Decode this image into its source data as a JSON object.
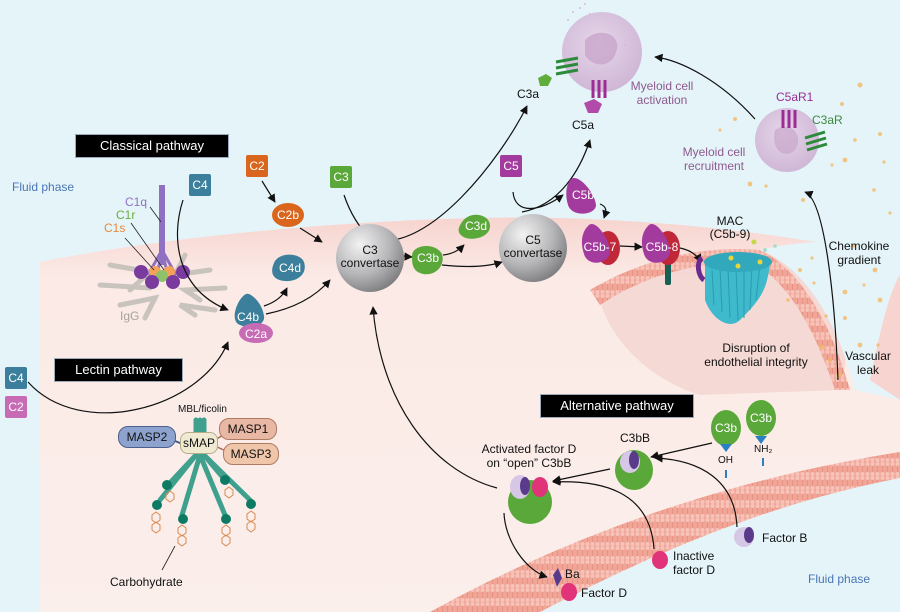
{
  "labels": {
    "fluid_phase_top": "Fluid phase",
    "fluid_phase_bottom": "Fluid phase",
    "classical_pathway": "Classical pathway",
    "lectin_pathway": "Lectin pathway",
    "alternative_pathway": "Alternative pathway"
  },
  "classical": {
    "c1q": "C1q",
    "c1r": "C1r",
    "c1s": "C1s",
    "igg": "IgG",
    "c4": "C4",
    "c2": "C2",
    "c2b": "C2b",
    "c4d": "C4d",
    "c4b": "C4b",
    "c2a": "C2a"
  },
  "lectin": {
    "c4": "C4",
    "c2": "C2",
    "mbl_ficolin": "MBL/ficolin",
    "masp1": "MASP1",
    "masp2": "MASP2",
    "masp3": "MASP3",
    "smap": "sMAP",
    "carbohydrate": "Carbohydrate"
  },
  "cascade": {
    "c3": "C3",
    "c3_convertase_line1": "C3",
    "c3_convertase_line2": "convertase",
    "c3b": "C3b",
    "c3d": "C3d",
    "c3a": "C3a",
    "c5": "C5",
    "c5_convertase_line1": "C5",
    "c5_convertase_line2": "convertase",
    "c5a": "C5a",
    "c5b": "C5b",
    "c5b7": "C5b-7",
    "c5b8": "C5b-8",
    "mac_line1": "MAC",
    "mac_line2": "(C5b-9)"
  },
  "myeloid": {
    "activation_line1": "Myeloid cell",
    "activation_line2": "activation",
    "recruitment_line1": "Myeloid cell",
    "recruitment_line2": "recruitment",
    "c5ar1": "C5aR1",
    "c3ar": "C3aR"
  },
  "endothelium": {
    "disruption_line1": "Disruption of",
    "disruption_line2": "endothelial integrity",
    "chemokine_line1": "Chemokine",
    "chemokine_line2": "gradient",
    "vascular_line1": "Vascular",
    "vascular_line2": "leak"
  },
  "alternative": {
    "c3bb": "C3bB",
    "activated_line1": "Activated factor D",
    "activated_line2": "on “open” C3bB",
    "c3b_oh": "C3b",
    "c3b_nh2": "C3b",
    "oh": "OH",
    "nh2": "NH₂",
    "factor_b": "Factor B",
    "inactive_line1": "Inactive",
    "inactive_line2": "factor D",
    "ba": "Ba",
    "factor_d": "Factor D"
  },
  "colors": {
    "fluid_bg": "#e4f4f9",
    "tissue_bg": "#fbeeea",
    "membrane": "#f2a79a",
    "c4_teal": "#3c7f9c",
    "c2_orange": "#d9661c",
    "c2_pink": "#c86bb5",
    "c3_green": "#5aa83a",
    "c5_purple": "#a33a9e",
    "convertase_gray": "#a9a9ab",
    "mac_cyan": "#3fb9cc",
    "factor_d_pink": "#e0337a",
    "myeloid_text": "#8e5a8e",
    "fluid_text": "#4a76b6"
  }
}
